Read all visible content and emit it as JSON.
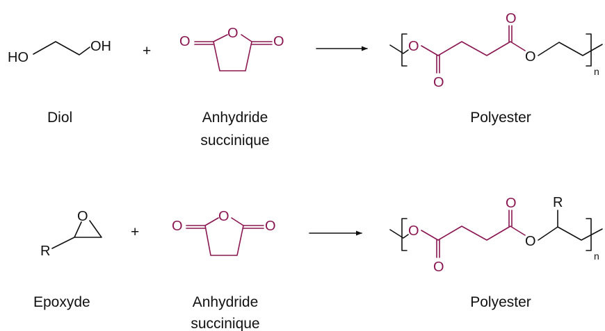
{
  "colors": {
    "ink": "#111111",
    "highlight": "#8a1651"
  },
  "atoms": {
    "oxygen": "O",
    "hydroxyl_left": "HO",
    "hydroxyl_right": "OH",
    "substituent": "R",
    "repeat_index": "n"
  },
  "operators": {
    "plus": "+"
  },
  "reactions": [
    {
      "reactant1_label": "Diol",
      "reactant2_label_line1": "Anhydride",
      "reactant2_label_line2": "succinique",
      "product_label": "Polyester"
    },
    {
      "reactant1_label": "Epoxyde",
      "reactant2_label_line1": "Anhydride",
      "reactant2_label_line2": "succinique",
      "product_label": "Polyester"
    }
  ]
}
